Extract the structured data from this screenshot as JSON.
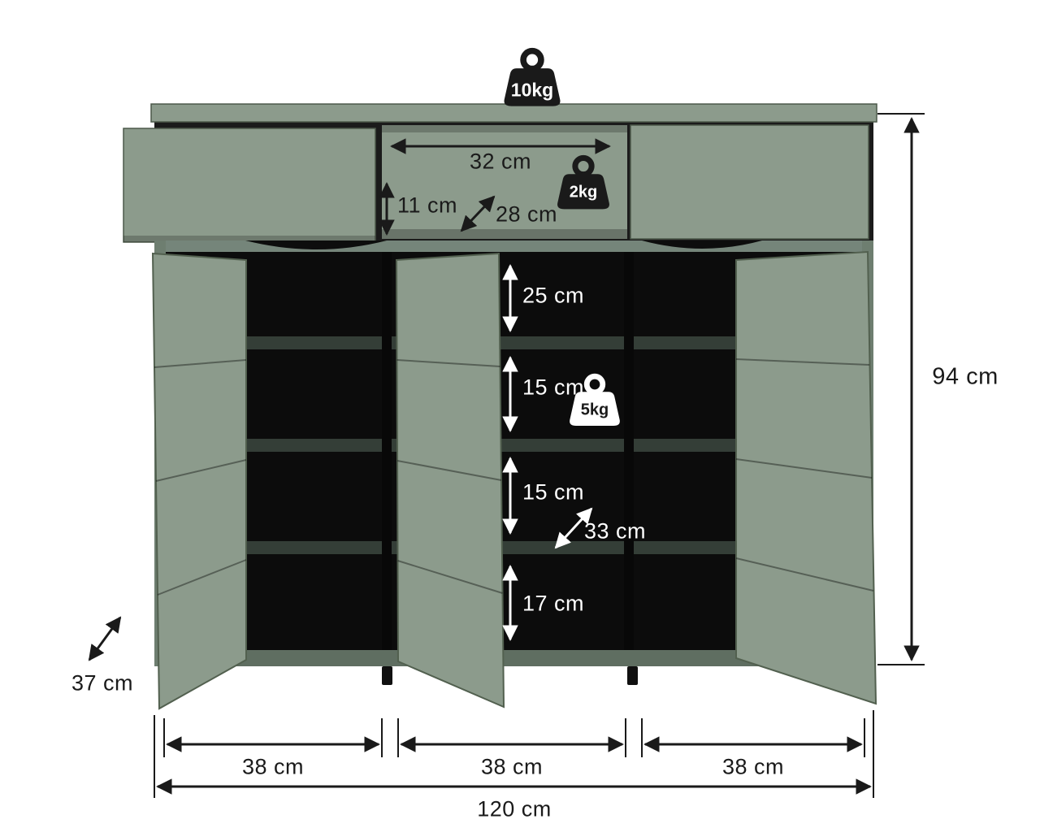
{
  "labels": {
    "weight_top": "10kg",
    "weight_drawer": "2kg",
    "weight_shelf": "5kg",
    "drawer_width": "32 cm",
    "drawer_front_height": "11 cm",
    "drawer_depth": "28 cm",
    "compartment_1_height": "25 cm",
    "compartment_2_height": "15 cm",
    "compartment_3_height": "15 cm",
    "compartment_4_height": "17 cm",
    "compartment_depth": "33 cm",
    "cabinet_height": "94 cm",
    "cabinet_depth": "37 cm",
    "section_left_width": "38 cm",
    "section_middle_width": "38 cm",
    "section_right_width": "38 cm",
    "cabinet_width": "120 cm"
  },
  "colors": {
    "cabinet_green": "#8C9B8C",
    "cabinet_board": "#75857A",
    "cabinet_side": "#6E7E70",
    "interior_black": "#121212",
    "shelf_edge": "#343E37",
    "dimension_line": "#1A1A1A",
    "background": "#FFFFFF"
  }
}
